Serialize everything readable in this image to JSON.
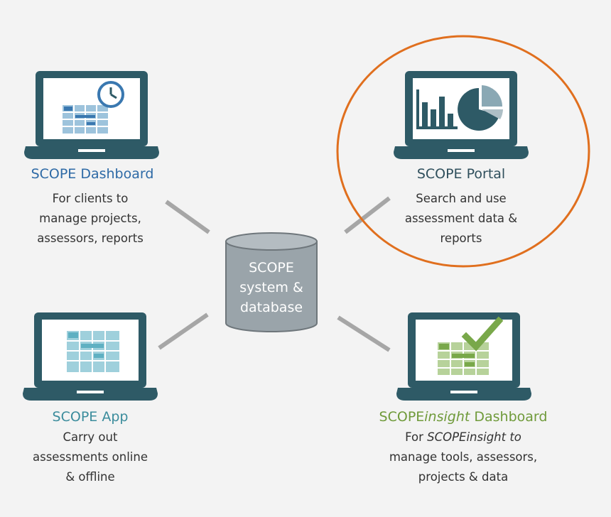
{
  "colors": {
    "background": "#f3f3f3",
    "laptop": "#2e5a66",
    "screen": "#ffffff",
    "connector": "#a6a6a6",
    "highlight_ring": "#e06f1e",
    "dashboard_title": "#2e6aa6",
    "portal_title": "#2f4f5c",
    "app_title": "#3b8c9c",
    "insight_title": "#6f9a3a",
    "database_fill": "#9aa4aa",
    "database_text": "#ffffff"
  },
  "center": {
    "icon": "database-cylinder-icon",
    "line1": "SCOPE",
    "line2": "system &",
    "line3": "database"
  },
  "nodes": {
    "dashboard": {
      "icon": "laptop-schedule-clock-icon",
      "title": "SCOPE Dashboard",
      "desc1": "For clients to",
      "desc2": "manage projects,",
      "desc3": "assessors, reports"
    },
    "portal": {
      "icon": "laptop-chart-icon",
      "title": "SCOPE Portal",
      "desc1": "Search and use",
      "desc2": "assessment data &",
      "desc3": "reports",
      "highlighted": true
    },
    "app": {
      "icon": "laptop-schedule-icon",
      "title": "SCOPE App",
      "desc1": "Carry out",
      "desc2": "assessments online",
      "desc3": "& offline"
    },
    "insight": {
      "icon": "laptop-schedule-checkmark-icon",
      "title_prefix": "SCOPE",
      "title_italic": "insight",
      "title_suffix": " Dashboard",
      "desc1_prefix": "For ",
      "desc1_italic": "SCOPEinsight to",
      "desc2": "manage tools, assessors,",
      "desc3": "projects & data"
    }
  }
}
